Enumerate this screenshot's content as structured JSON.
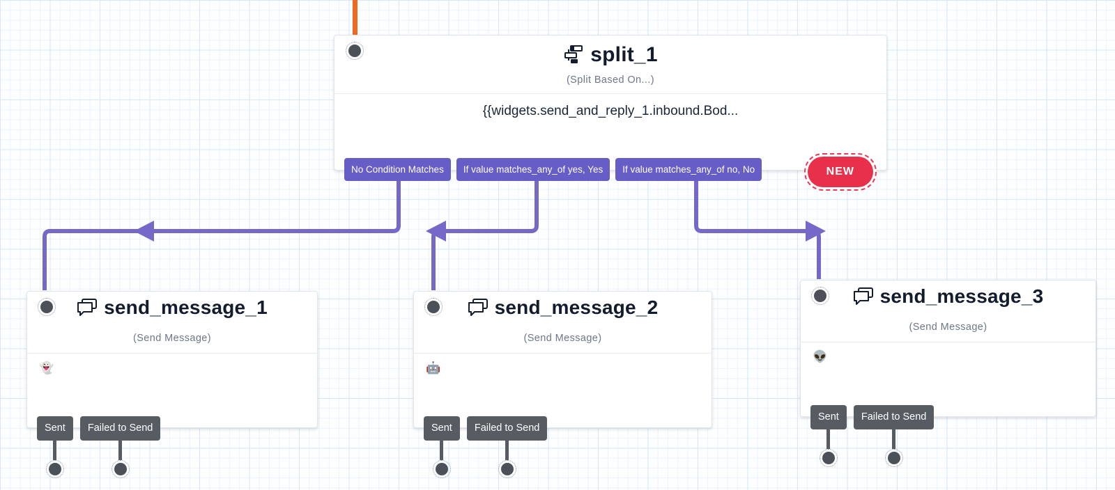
{
  "colors": {
    "connector_purple": "#7568C8",
    "split_transition_button": "#675DC6",
    "message_transition_button": "#575C63",
    "incoming_trigger_line": "#EF6A1E",
    "new_badge_red": "#E8304B",
    "title_text": "#121C2D"
  },
  "split_widget": {
    "title": "split_1",
    "subtitle": "(Split Based On...)",
    "condition_value": "{{widgets.send_and_reply_1.inbound.Bod...",
    "badge_label": "NEW",
    "transitions": [
      "No Condition Matches",
      "If value matches_any_of yes, Yes",
      "If value matches_any_of no, No"
    ]
  },
  "message_widgets": [
    {
      "title": "send_message_1",
      "subtitle": "(Send Message)",
      "message_preview": "👻",
      "transitions": [
        "Sent",
        "Failed to Send"
      ]
    },
    {
      "title": "send_message_2",
      "subtitle": "(Send Message)",
      "message_preview": "🤖",
      "transitions": [
        "Sent",
        "Failed to Send"
      ]
    },
    {
      "title": "send_message_3",
      "subtitle": "(Send Message)",
      "message_preview": "👽",
      "transitions": [
        "Sent",
        "Failed to Send"
      ]
    }
  ]
}
